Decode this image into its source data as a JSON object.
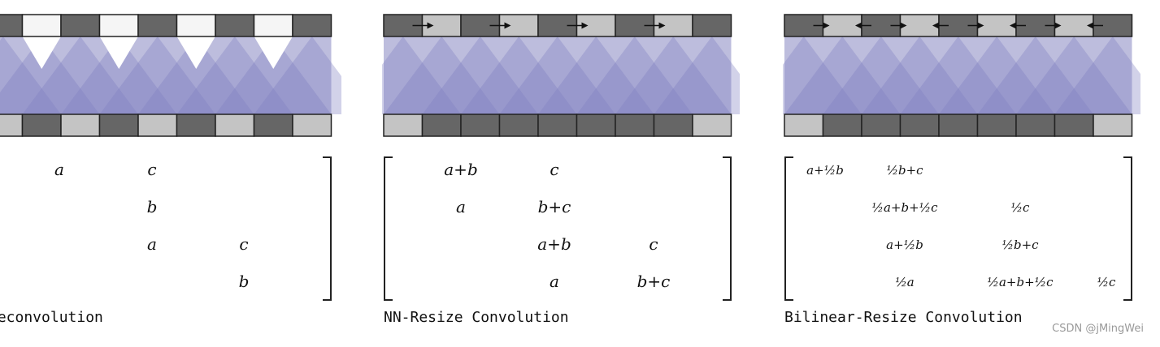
{
  "panels": [
    {
      "caption": "Deconvolution",
      "matrix": [
        {
          "row": 0,
          "col": 1,
          "text": "a"
        },
        {
          "row": 0,
          "col": 2,
          "text": "c"
        },
        {
          "row": 1,
          "col": 2,
          "text": "b"
        },
        {
          "row": 2,
          "col": 2,
          "text": "a"
        },
        {
          "row": 2,
          "col": 3,
          "text": "c"
        },
        {
          "row": 3,
          "col": 3,
          "text": "b"
        }
      ]
    },
    {
      "caption": "NN-Resize Convolution",
      "matrix": [
        {
          "row": 0,
          "col": 0,
          "text": "a+b"
        },
        {
          "row": 0,
          "col": 1,
          "text": "c"
        },
        {
          "row": 1,
          "col": 0,
          "text": "a"
        },
        {
          "row": 1,
          "col": 1,
          "text": "b+c"
        },
        {
          "row": 2,
          "col": 1,
          "text": "a+b"
        },
        {
          "row": 2,
          "col": 2,
          "text": "c"
        },
        {
          "row": 3,
          "col": 1,
          "text": "a"
        },
        {
          "row": 3,
          "col": 2,
          "text": "b+c"
        }
      ]
    },
    {
      "caption": "Bilinear-Resize Convolution",
      "matrix": [
        {
          "row": 0,
          "col": 0,
          "text": "a+½b"
        },
        {
          "row": 0,
          "col": 1,
          "text": "½b+c"
        },
        {
          "row": 1,
          "col": 1,
          "text": "½a+b+½c"
        },
        {
          "row": 1,
          "col": 2,
          "text": "½c"
        },
        {
          "row": 2,
          "col": 1,
          "text": "a+½b"
        },
        {
          "row": 2,
          "col": 2,
          "text": "½b+c"
        },
        {
          "row": 3,
          "col": 1,
          "text": "½a"
        },
        {
          "row": 3,
          "col": 2,
          "text": "½a+b+½c"
        },
        {
          "row": 3,
          "col": 3,
          "text": "½c"
        }
      ]
    }
  ],
  "watermark": "CSDN @jMingWei",
  "colors": {
    "dark_cell": "#666666",
    "light_cell": "#c4c4c4",
    "white_cell": "#f5f5f5",
    "cone": "#7f7fc0",
    "band": "#bdbddd"
  }
}
